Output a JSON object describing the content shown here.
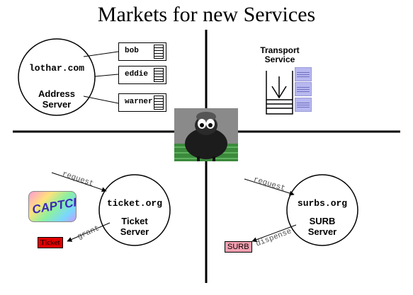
{
  "title": "Markets for new Services",
  "address": {
    "server_name": "lothar.com",
    "role_line1": "Address",
    "role_line2": "Server",
    "users": [
      "bob",
      "eddie",
      "warner"
    ]
  },
  "transport": {
    "label_line1": "Transport",
    "label_line2": "Service"
  },
  "ticket": {
    "server_name": "ticket.org",
    "role_line1": "Ticket",
    "role_line2": "Server",
    "request_label": "request",
    "grant_label": "grant",
    "captcha_text": "CAPTCHA",
    "token_label": "Ticket",
    "token_color": "#e00000"
  },
  "surb": {
    "server_name": "surbs.org",
    "role_line1": "SURB",
    "role_line2": "Server",
    "request_label": "request",
    "dispense_label": "dispense",
    "token_label": "SURB",
    "token_color": "#f4a0b0"
  },
  "icons": {
    "center": "sheep-icon",
    "transport": "inbox-tray-icon",
    "mailbox": "mailbox-icon"
  }
}
